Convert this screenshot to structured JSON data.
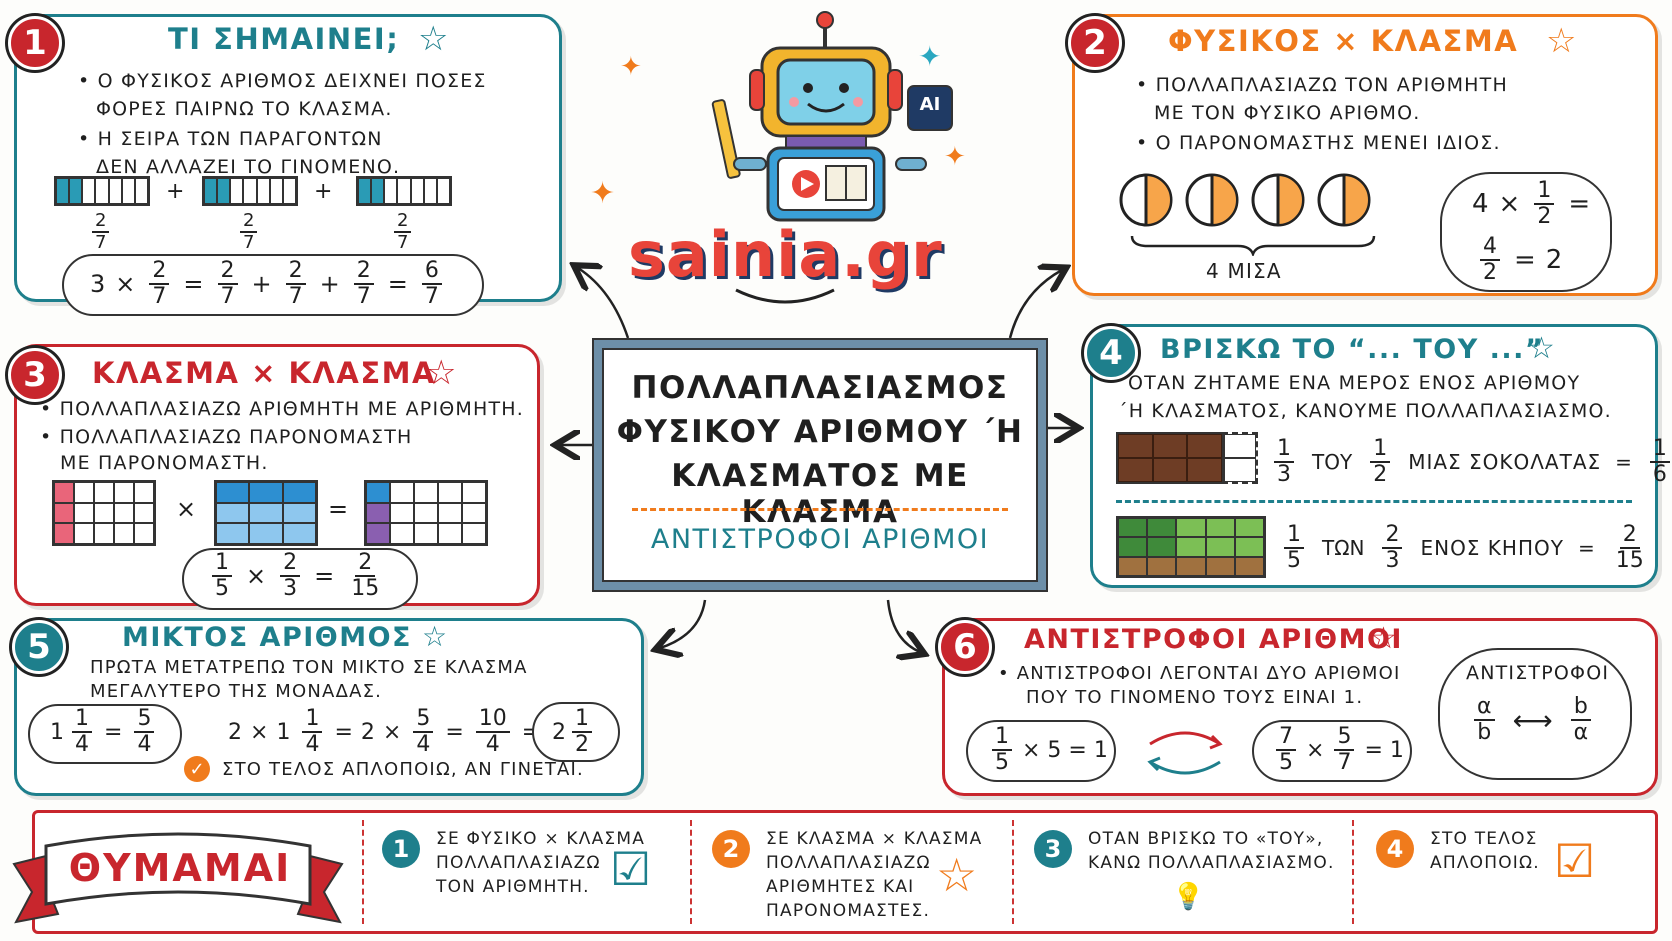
{
  "logo": {
    "text": "sainia.gr",
    "ai_badge": "AI"
  },
  "center": {
    "title_lines": [
      "ΠΟΛΛΑΠΛΑΣΙΑΣΜΟΣ",
      "ΦΥΣΙΚΟΥ ΑΡΙΘΜΟΥ ΄Η",
      "ΚΛΑΣΜΑΤΟΣ ΜΕ ΚΛΑΣΜΑ"
    ],
    "subtitle": "ΑΝΤΙΣΤΡΟΦΟΙ ΑΡΙΘΜΟΙ"
  },
  "colors": {
    "teal": "#1e7f8c",
    "orange": "#f07b1c",
    "red": "#c8262d",
    "blue": "#2d8fd1",
    "pink": "#e9657a",
    "purple": "#8a5fb0"
  },
  "p1": {
    "num": "1",
    "title": "ΤΙ ΣΗΜΑΙΝΕΙ;",
    "lines": [
      "• Ο ΦΥΣΙΚΟΣ ΑΡΙΘΜΟΣ ΔΕΙΧΝΕΙ ΠΟΣΕΣ",
      "ΦΟΡΕΣ ΠΑΙΡΝΩ ΤΟ ΚΛΑΣΜΑ.",
      "• Η ΣΕΙΡΑ ΤΩΝ ΠΑΡΑΓΟΝΤΩΝ",
      "ΔΕΝ ΑΛΛΑΖΕΙ ΤΟ ΓΙΝΟΜΕΝΟ."
    ],
    "plus": "+",
    "bar_n": "2",
    "bar_d": "7",
    "eq": {
      "a": "3",
      "times": "×",
      "f_n": "2",
      "f_d": "7",
      "eqs": "=",
      "plus": "+",
      "r_n": "6",
      "r_d": "7"
    }
  },
  "p2": {
    "num": "2",
    "title": "ΦΥΣΙΚΟΣ × ΚΛΑΣΜΑ",
    "lines": [
      "• ΠΟΛΛΑΠΛΑΣΙΑΖΩ ΤΟΝ ΑΡΙΘΜΗΤΗ",
      "ΜΕ ΤΟΝ ΦΥΣΙΚΟ ΑΡΙΘΜΟ.",
      "• Ο ΠΑΡΟΝΟΜΑΣΤΗΣ ΜΕΝΕΙ ΙΔΙΟΣ."
    ],
    "brace_label": "4 ΜΙΣΑ",
    "eq1": {
      "a": "4",
      "times": "×",
      "n": "1",
      "d": "2",
      "eq": "="
    },
    "eq2": {
      "n": "4",
      "d": "2",
      "eq": "=",
      "r": "2"
    }
  },
  "p3": {
    "num": "3",
    "title": "ΚΛΑΣΜΑ × ΚΛΑΣΜΑ",
    "lines": [
      "• ΠΟΛΛΑΠΛΑΣΙΑΖΩ ΑΡΙΘΜΗΤΗ ΜΕ ΑΡΙΘΜΗΤΗ.",
      "• ΠΟΛΛΑΠΛΑΣΙΑΖΩ ΠΑΡΟΝΟΜΑΣΤΗ",
      "ΜΕ ΠΑΡΟΝΟΜΑΣΤΗ."
    ],
    "times": "×",
    "eqs": "=",
    "eq": {
      "a_n": "1",
      "a_d": "5",
      "times": "×",
      "b_n": "2",
      "b_d": "3",
      "eq": "=",
      "r_n": "2",
      "r_d": "15"
    }
  },
  "p4": {
    "num": "4",
    "title": "ΒΡΙΣΚΩ ΤΟ “... ΤΟΥ ...”",
    "lines": [
      "ΟΤΑΝ ΖΗΤΑΜΕ ΕΝΑ ΜΕΡΟΣ ΕΝΟΣ ΑΡΙΘΜΟΥ",
      "΄Η ΚΛΑΣΜΑΤΟΣ, ΚΑΝΟΥΜΕ ΠΟΛΛΑΠΛΑΣΙΑΣΜΟ."
    ],
    "row1": {
      "a_n": "1",
      "a_d": "3",
      "w1": "ΤΟΥ",
      "b_n": "1",
      "b_d": "2",
      "w2": "ΜΙΑΣ ΣΟΚΟΛΑΤΑΣ",
      "eq": "=",
      "r_n": "1",
      "r_d": "6"
    },
    "row2": {
      "a_n": "1",
      "a_d": "5",
      "w1": "ΤΩΝ",
      "b_n": "2",
      "b_d": "3",
      "w2": "ΕΝΟΣ ΚΗΠΟΥ",
      "eq": "=",
      "r_n": "2",
      "r_d": "15"
    }
  },
  "p5": {
    "num": "5",
    "title": "ΜΙΚΤΟΣ ΑΡΙΘΜΟΣ",
    "lines": [
      "ΠΡΩΤΑ ΜΕΤΑΤΡΕΠΩ ΤΟΝ ΜΙΚΤΟ ΣΕ ΚΛΑΣΜΑ",
      "ΜΕΓΑΛΥΤΕΡΟ ΤΗΣ ΜΟΝΑΔΑΣ."
    ],
    "mixed": {
      "w": "1",
      "n": "1",
      "d": "4",
      "eq": "=",
      "r_n": "5",
      "r_d": "4"
    },
    "chain": {
      "a": "2",
      "times": "×",
      "w": "1",
      "n": "1",
      "d": "4",
      "eq": "=",
      "n2": "5",
      "d2": "4",
      "n3": "10",
      "d3": "4"
    },
    "result": {
      "w": "2",
      "n": "1",
      "d": "2"
    },
    "tip": "ΣΤΟ ΤΕΛΟΣ ΑΠΛΟΠΟΙΩ, ΑΝ ΓΙΝΕΤΑΙ."
  },
  "p6": {
    "num": "6",
    "title": "ΑΝΤΙΣΤΡΟΦΟΙ ΑΡΙΘΜΟΙ",
    "lines": [
      "• ΑΝΤΙΣΤΡΟΦΟΙ ΛΕΓΟΝΤΑΙ ΔΥΟ ΑΡΙΘΜΟΙ",
      "ΠΟΥ ΤΟ ΓΙΝΟΜΕΝΟ ΤΟΥΣ ΕΙΝΑΙ 1."
    ],
    "eq1": {
      "n": "1",
      "d": "5",
      "rest": "× 5 = 1"
    },
    "eq2": {
      "a_n": "7",
      "a_d": "5",
      "times": "×",
      "b_n": "5",
      "b_d": "7",
      "rest": "= 1"
    },
    "cloud_title": "ΑΝΤΙΣΤΡΟΦΟΙ",
    "cloud": {
      "a_n": "α",
      "a_d": "b",
      "b_n": "b",
      "b_d": "α"
    }
  },
  "remember": {
    "title": "ΘΥΜΑΜΑΙ",
    "items": [
      {
        "num": "1",
        "lines": [
          "ΣΕ ΦΥΣΙΚΟ × ΚΛΑΣΜΑ",
          "ΠΟΛΛΑΠΛΑΣΙΑΖΩ",
          "ΤΟΝ ΑΡΙΘΜΗΤΗ."
        ]
      },
      {
        "num": "2",
        "lines": [
          "ΣΕ ΚΛΑΣΜΑ × ΚΛΑΣΜΑ",
          "ΠΟΛΛΑΠΛΑΣΙΑΖΩ",
          "ΑΡΙΘΜΗΤΕΣ ΚΑΙ",
          "ΠΑΡΟΝΟΜΑΣΤΕΣ."
        ]
      },
      {
        "num": "3",
        "lines": [
          "ΟΤΑΝ ΒΡΙΣΚΩ ΤΟ «ΤΟΥ»,",
          "ΚΑΝΩ ΠΟΛΛΑΠΛΑΣΙΑΣΜΟ."
        ]
      },
      {
        "num": "4",
        "lines": [
          "ΣΤΟ ΤΕΛΟΣ",
          "ΑΠΛΟΠΟΙΩ."
        ]
      }
    ]
  }
}
